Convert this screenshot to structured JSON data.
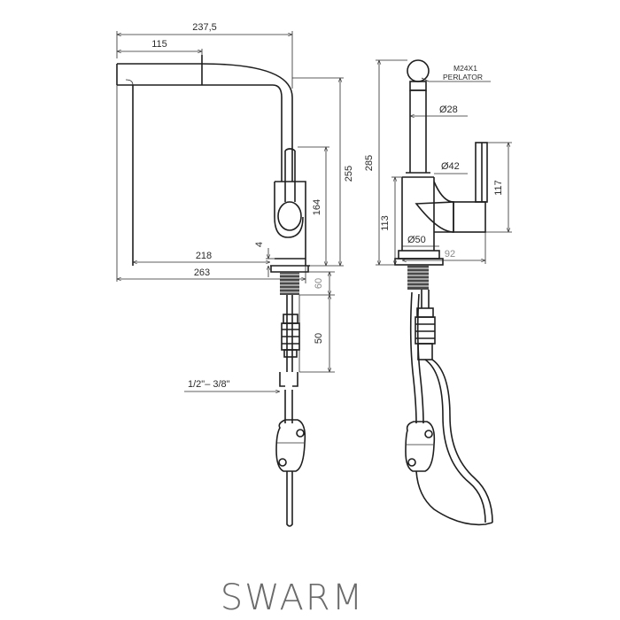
{
  "title": "SWARM",
  "front_view": {
    "dimensions": [
      "237,5",
      "115",
      "255",
      "164",
      "218",
      "263",
      "4",
      "60",
      "50"
    ],
    "connection": "1/2\"– 3/8\""
  },
  "side_view": {
    "dimensions": [
      "285",
      "113",
      "117",
      "92"
    ],
    "labels": {
      "thread": "M24X1",
      "aerator": "PERLATOR",
      "d28": "Ø28",
      "d42": "Ø42",
      "d50": "Ø50"
    }
  }
}
